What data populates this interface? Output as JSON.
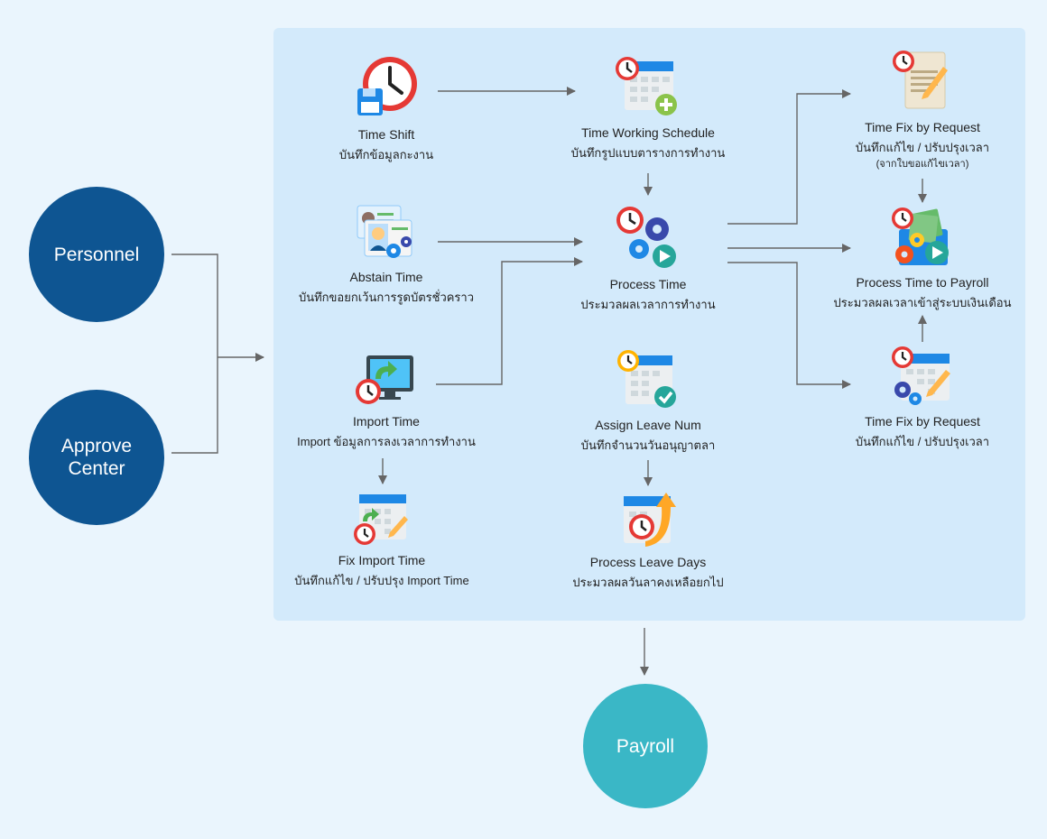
{
  "actors": {
    "personnel": "Personnel",
    "approve_center": "Approve\nCenter",
    "payroll": "Payroll"
  },
  "colors": {
    "panel": "#d3eafb",
    "actor_dark": "#0e5592",
    "actor_teal": "#3ab7c6",
    "arrow": "#666666",
    "clock_red": "#e53935",
    "calendar_blue": "#1e88e5"
  },
  "nodes": {
    "time_shift": {
      "title": "Time Shift",
      "sub": "บันทึกข้อมูลกะงาน",
      "icon": "clock-save-icon"
    },
    "abstain_time": {
      "title": "Abstain Time",
      "sub": "บันทึกขอยกเว้นการรูดบัตรชั่วคราว",
      "icon": "id-cards-gear-icon"
    },
    "import_time": {
      "title": "Import Time",
      "sub": "Import ข้อมูลการลงเวลาการทำงาน",
      "icon": "monitor-import-icon"
    },
    "fix_import_time": {
      "title": "Fix Import Time",
      "sub": "บันทึกแก้ไข / ปรับปรุง Import Time",
      "icon": "calendar-edit-import-icon"
    },
    "time_working_schedule": {
      "title": "Time Working Schedule",
      "sub": "บันทึกรูปแบบตารางการทำงาน",
      "icon": "calendar-add-icon"
    },
    "process_time": {
      "title": "Process Time",
      "sub": "ประมวลผลเวลาการทำงาน",
      "icon": "clock-gears-play-icon"
    },
    "assign_leave_num": {
      "title": "Assign Leave Num",
      "sub": "บันทึกจำนวนวันอนุญาตลา",
      "icon": "calendar-check-icon"
    },
    "process_leave_days": {
      "title": "Process Leave Days",
      "sub": "ประมวลผลวันลาคงเหลือยกไป",
      "icon": "calendar-carry-icon"
    },
    "time_fix_request_top": {
      "title": "Time Fix by Request",
      "sub": "บันทึกแก้ไข / ปรับปรุงเวลา",
      "note": "(จากใบขอแก้ไขเวลา)",
      "icon": "document-edit-icon"
    },
    "process_time_payroll": {
      "title": "Process Time to Payroll",
      "sub": "ประมวลผลเวลาเข้าสู่ระบบเงินเดือน",
      "icon": "money-gears-play-icon"
    },
    "time_fix_request_bottom": {
      "title": "Time Fix by Request",
      "sub": "บันทึกแก้ไข / ปรับปรุงเวลา",
      "icon": "calendar-gears-edit-icon"
    }
  }
}
